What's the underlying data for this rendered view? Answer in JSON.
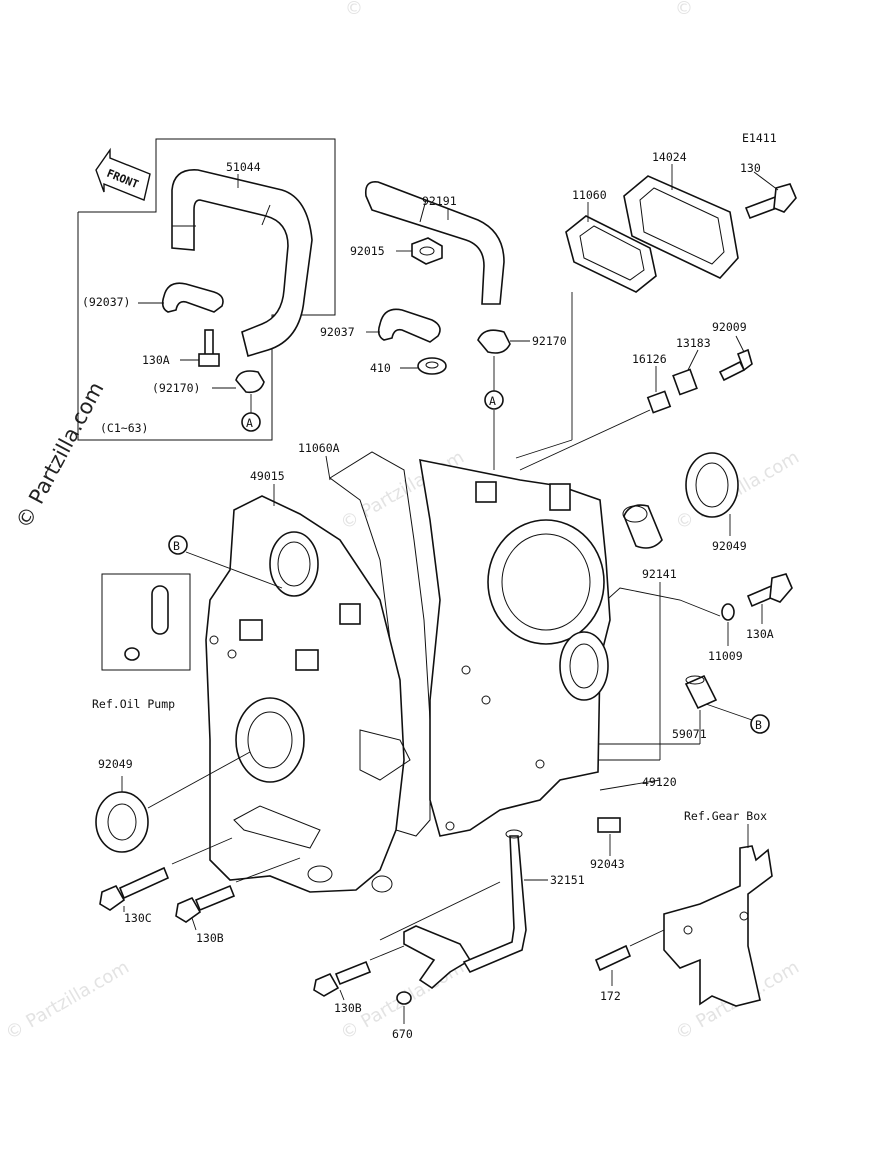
{
  "diagram_code": "E1411",
  "watermark": {
    "main": "© Partzilla.com",
    "faint": "© Partzilla.com"
  },
  "front_label": "FRONT",
  "callout_letters": {
    "a": "A",
    "b": "B"
  },
  "parts": {
    "p51044": "51044",
    "p92191": "92191",
    "p11060": "11060",
    "p14024": "14024",
    "p130_top": "130",
    "p92037_inset": "(92037)",
    "p92015": "92015",
    "p92037": "92037",
    "p92170": "92170",
    "p410": "410",
    "p130a_inset": "130A",
    "p92170_inset": "(92170)",
    "p13183": "13183",
    "p92009": "92009",
    "p16126": "16126",
    "p_c1_63": "(C1~63)",
    "p11060a": "11060A",
    "p49015": "49015",
    "p92049_right": "92049",
    "p92141": "92141",
    "p130a_right": "130A",
    "p11009": "11009",
    "p59071": "59071",
    "p49120": "49120",
    "p92049_left": "92049",
    "p92043": "92043",
    "p32151": "32151",
    "p130c": "130C",
    "p130b_left": "130B",
    "p130b_bottom": "130B",
    "p670": "670",
    "p172": "172"
  },
  "references": {
    "oil_pump": "Ref.Oil Pump",
    "gear_box": "Ref.Gear Box"
  }
}
